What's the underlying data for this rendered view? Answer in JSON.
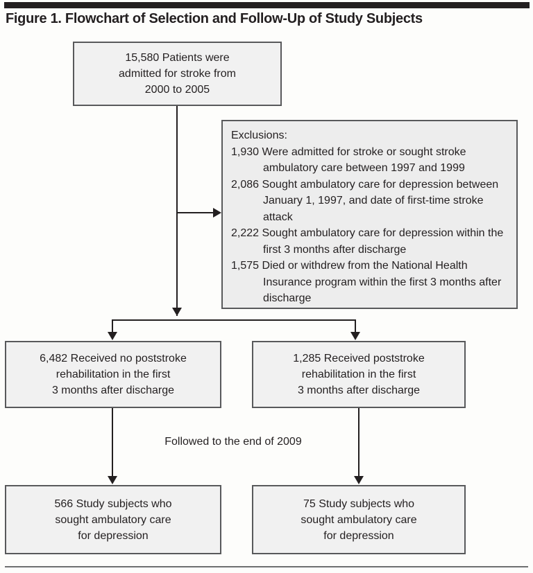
{
  "figure": {
    "title": "Figure 1. Flowchart of Selection and Follow-Up of Study Subjects",
    "colors": {
      "box_fill": "#f1f1f1",
      "box_border": "#58595b",
      "connector": "#231f20",
      "text": "#231f20",
      "rule_top": "#231f20",
      "rule_bottom": "#6d6e70",
      "page_background": "#fdfdfb"
    }
  },
  "nodes": {
    "admitted": {
      "lines": [
        "15,580 Patients were",
        "admitted for stroke from",
        "2000 to 2005"
      ]
    },
    "exclusions": {
      "heading": "Exclusions:",
      "items": [
        "1,930 Were admitted for stroke or sought stroke ambulatory care between 1997 and 1999",
        "2,086 Sought ambulatory care for depression between January 1, 1997, and date of first-time stroke attack",
        "2,222 Sought ambulatory care for depression within the first 3 months after discharge",
        "1,575 Died or withdrew from the National Health Insurance program within the first 3 months after discharge"
      ]
    },
    "no_rehab": {
      "lines": [
        "6,482 Received no poststroke",
        "rehabilitation in the first",
        "3 months after discharge"
      ]
    },
    "rehab": {
      "lines": [
        "1,285 Received poststroke",
        "rehabilitation in the first",
        "3 months after discharge"
      ]
    },
    "outcome_left": {
      "lines": [
        "566 Study subjects who",
        "sought ambulatory care",
        "for depression"
      ]
    },
    "outcome_right": {
      "lines": [
        "75 Study subjects who",
        "sought ambulatory care",
        "for depression"
      ]
    }
  },
  "annotations": {
    "followed": "Followed to the end of 2009"
  }
}
